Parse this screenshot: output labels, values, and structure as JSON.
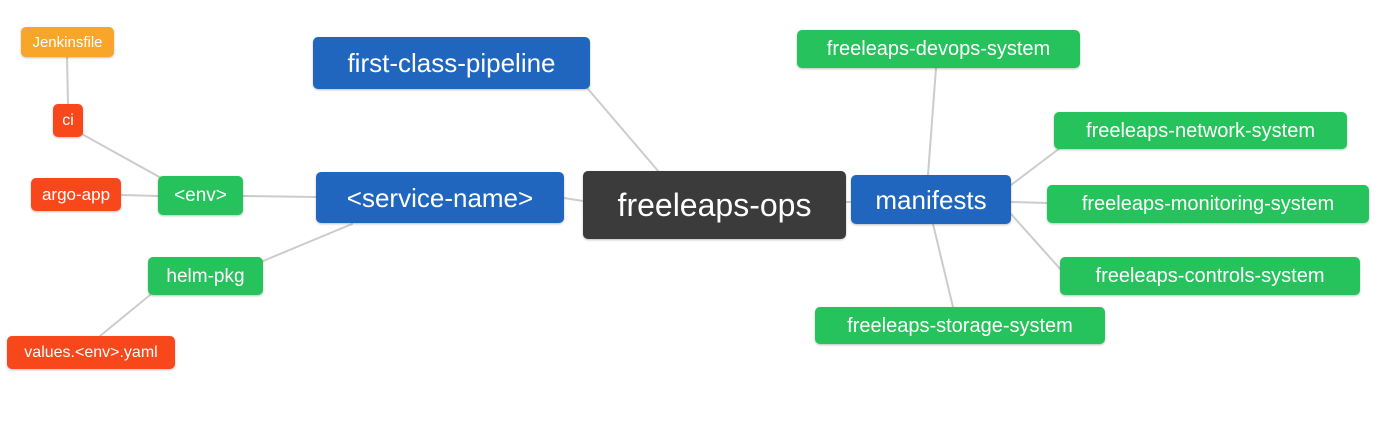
{
  "diagram": {
    "type": "mindmap",
    "root_label": "freeleaps-ops",
    "palette": {
      "blue": "#2166be",
      "green": "#26c25c",
      "red": "#f9471c",
      "orange": "#f7a62a",
      "dark": "#3b3b3b",
      "edge": "#cccccc",
      "text": "#ffffff",
      "background": "#ffffff"
    },
    "nodes": [
      {
        "id": "freeleaps-ops",
        "label": "freeleaps-ops",
        "color": "dark",
        "level": "root"
      },
      {
        "id": "first-class-pipeline",
        "label": "first-class-pipeline",
        "color": "blue",
        "level": "branch"
      },
      {
        "id": "service-name",
        "label": "<service-name>",
        "color": "blue",
        "level": "branch"
      },
      {
        "id": "manifests",
        "label": "manifests",
        "color": "blue",
        "level": "branch"
      },
      {
        "id": "env",
        "label": "<env>",
        "color": "green",
        "level": "leaf"
      },
      {
        "id": "helm-pkg",
        "label": "helm-pkg",
        "color": "green",
        "level": "leaf"
      },
      {
        "id": "ci",
        "label": "ci",
        "color": "red",
        "level": "twig"
      },
      {
        "id": "argo-app",
        "label": "argo-app",
        "color": "red",
        "level": "twig"
      },
      {
        "id": "jenkinsfile",
        "label": "Jenkinsfile",
        "color": "orange",
        "level": "twig-child"
      },
      {
        "id": "values-env-yaml",
        "label": "values.<env>.yaml",
        "color": "red",
        "level": "twig"
      },
      {
        "id": "devops-system",
        "label": "freeleaps-devops-system",
        "color": "green",
        "level": "leaf"
      },
      {
        "id": "network-system",
        "label": "freeleaps-network-system",
        "color": "green",
        "level": "leaf"
      },
      {
        "id": "monitoring-system",
        "label": "freeleaps-monitoring-system",
        "color": "green",
        "level": "leaf"
      },
      {
        "id": "controls-system",
        "label": "freeleaps-controls-system",
        "color": "green",
        "level": "leaf"
      },
      {
        "id": "storage-system",
        "label": "freeleaps-storage-system",
        "color": "green",
        "level": "leaf"
      }
    ],
    "edges": [
      {
        "from": "jenkinsfile",
        "to": "ci"
      },
      {
        "from": "ci",
        "to": "env"
      },
      {
        "from": "argo-app",
        "to": "env"
      },
      {
        "from": "env",
        "to": "service-name"
      },
      {
        "from": "helm-pkg",
        "to": "service-name"
      },
      {
        "from": "values-env-yaml",
        "to": "helm-pkg"
      },
      {
        "from": "service-name",
        "to": "freeleaps-ops"
      },
      {
        "from": "first-class-pipeline",
        "to": "freeleaps-ops"
      },
      {
        "from": "freeleaps-ops",
        "to": "manifests"
      },
      {
        "from": "manifests",
        "to": "devops-system"
      },
      {
        "from": "manifests",
        "to": "network-system"
      },
      {
        "from": "manifests",
        "to": "monitoring-system"
      },
      {
        "from": "manifests",
        "to": "controls-system"
      },
      {
        "from": "manifests",
        "to": "storage-system"
      }
    ]
  }
}
